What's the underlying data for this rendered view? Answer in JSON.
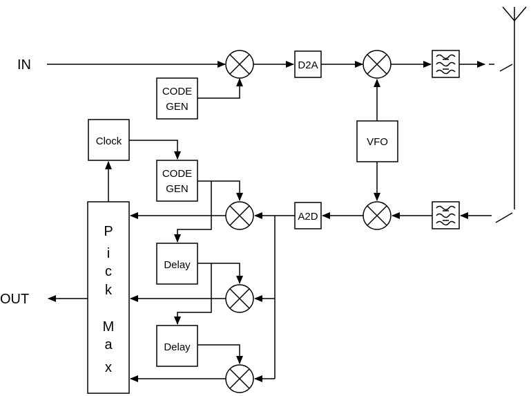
{
  "labels": {
    "in": "IN",
    "out": "OUT",
    "code_gen_top_1": "CODE",
    "code_gen_top_2": "GEN",
    "code_gen_mid_1": "CODE",
    "code_gen_mid_2": "GEN",
    "d2a": "D2A",
    "a2d": "A2D",
    "vfo": "VFO",
    "clock": "Clock",
    "delay_1": "Delay",
    "delay_2": "Delay",
    "pick_max": [
      "P",
      "i",
      "c",
      "k",
      "M",
      "a",
      "x"
    ]
  }
}
